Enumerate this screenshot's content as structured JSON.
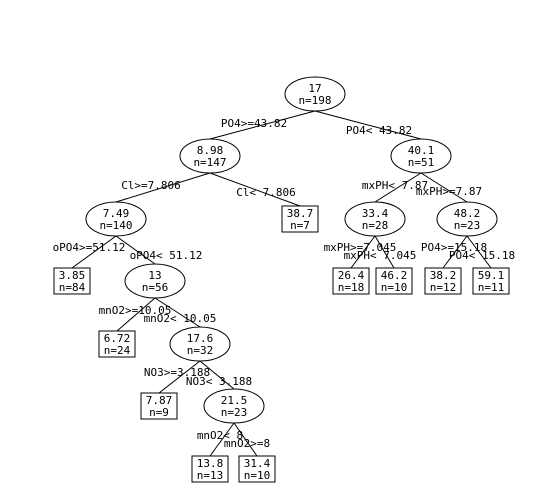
{
  "tree": {
    "nodes": [
      {
        "id": "root",
        "shape": "ellipse",
        "value": "17",
        "n": "n=198",
        "parent": null
      },
      {
        "id": "n1",
        "shape": "ellipse",
        "value": "8.98",
        "n": "n=147",
        "parent": "root",
        "split": "PO4>=43.82"
      },
      {
        "id": "n2",
        "shape": "ellipse",
        "value": "40.1",
        "n": "n=51",
        "parent": "root",
        "split": "PO4< 43.82"
      },
      {
        "id": "n3",
        "shape": "ellipse",
        "value": "7.49",
        "n": "n=140",
        "parent": "n1",
        "split": "Cl>=7.806"
      },
      {
        "id": "l1",
        "shape": "box",
        "value": "38.7",
        "n": "n=7",
        "parent": "n1",
        "split": "Cl< 7.806"
      },
      {
        "id": "n4",
        "shape": "ellipse",
        "value": "33.4",
        "n": "n=28",
        "parent": "n2",
        "split": "mxPH< 7.87"
      },
      {
        "id": "n5",
        "shape": "ellipse",
        "value": "48.2",
        "n": "n=23",
        "parent": "n2",
        "split": "mxPH>=7.87"
      },
      {
        "id": "l2",
        "shape": "box",
        "value": "3.85",
        "n": "n=84",
        "parent": "n3",
        "split": "oPO4>=51.12"
      },
      {
        "id": "n6",
        "shape": "ellipse",
        "value": "13",
        "n": "n=56",
        "parent": "n3",
        "split": "oPO4< 51.12"
      },
      {
        "id": "l3",
        "shape": "box",
        "value": "26.4",
        "n": "n=18",
        "parent": "n4",
        "split": "mxPH>=7.045"
      },
      {
        "id": "l4",
        "shape": "box",
        "value": "46.2",
        "n": "n=10",
        "parent": "n4",
        "split": "mxPH< 7.045"
      },
      {
        "id": "l5",
        "shape": "box",
        "value": "38.2",
        "n": "n=12",
        "parent": "n5",
        "split": "PO4>=15.18"
      },
      {
        "id": "l6",
        "shape": "box",
        "value": "59.1",
        "n": "n=11",
        "parent": "n5",
        "split": "PO4< 15.18"
      },
      {
        "id": "l7",
        "shape": "box",
        "value": "6.72",
        "n": "n=24",
        "parent": "n6",
        "split": "mnO2>=10.05"
      },
      {
        "id": "n7",
        "shape": "ellipse",
        "value": "17.6",
        "n": "n=32",
        "parent": "n6",
        "split": "mnO2< 10.05"
      },
      {
        "id": "l8",
        "shape": "box",
        "value": "7.87",
        "n": "n=9",
        "parent": "n7",
        "split": "NO3>=3.188"
      },
      {
        "id": "n8",
        "shape": "ellipse",
        "value": "21.5",
        "n": "n=23",
        "parent": "n7",
        "split": "NO3< 3.188"
      },
      {
        "id": "l9",
        "shape": "box",
        "value": "13.8",
        "n": "n=13",
        "parent": "n8",
        "split": "mnO2< 8"
      },
      {
        "id": "l10",
        "shape": "box",
        "value": "31.4",
        "n": "n=10",
        "parent": "n8",
        "split": "mnO2>=8"
      }
    ]
  }
}
